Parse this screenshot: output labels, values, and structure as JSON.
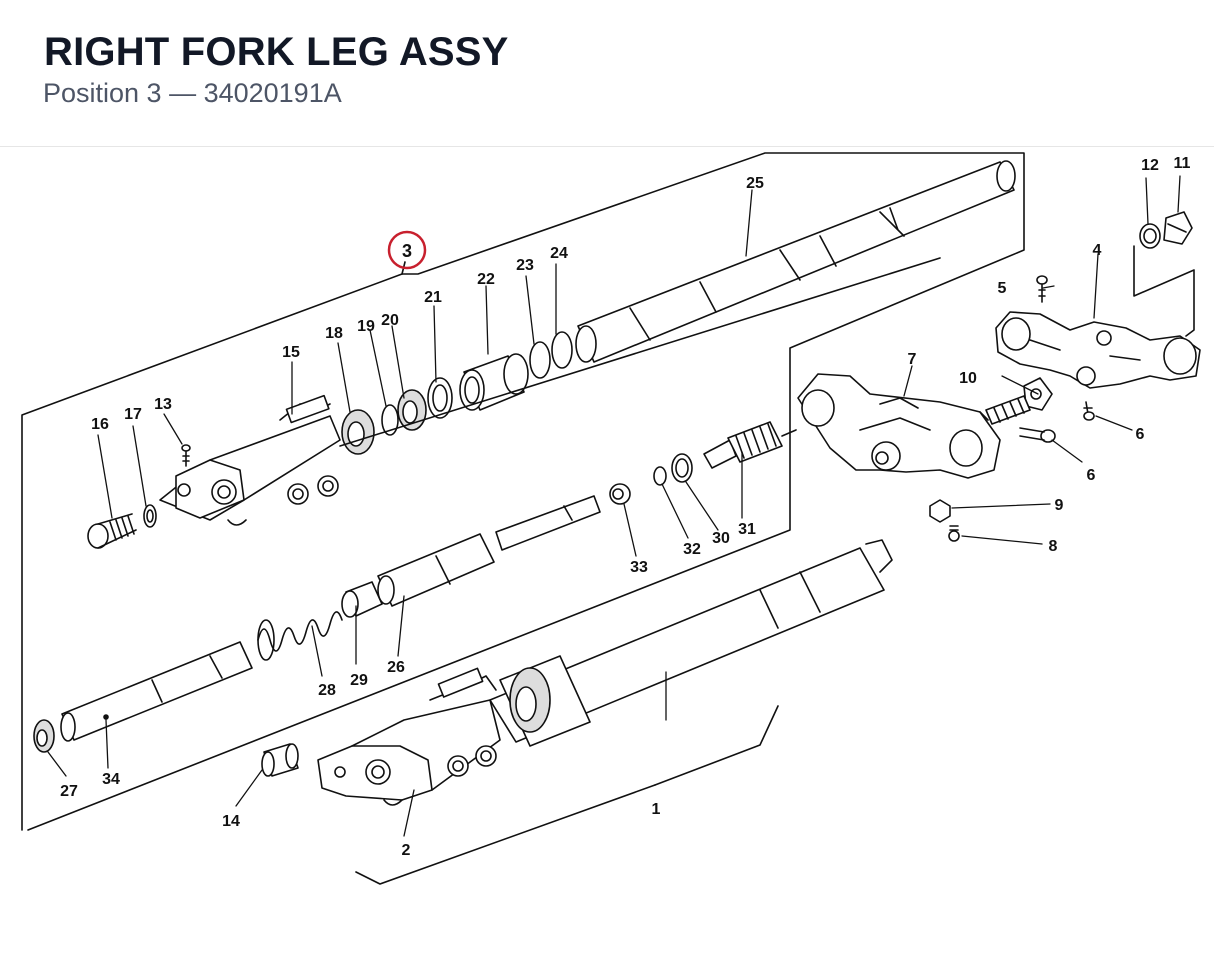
{
  "header": {
    "title": "RIGHT FORK LEG ASSY",
    "subtitle": "Position 3 — 34020191A"
  },
  "diagram": {
    "highlight_color": "#c8202e",
    "highlighted_callout": "3",
    "callouts": {
      "c1": "1",
      "c2": "2",
      "c3": "3",
      "c4": "4",
      "c5": "5",
      "c6a": "6",
      "c6b": "6",
      "c7": "7",
      "c8": "8",
      "c9": "9",
      "c10": "10",
      "c11": "11",
      "c12": "12",
      "c13": "13",
      "c14": "14",
      "c15": "15",
      "c16": "16",
      "c17": "17",
      "c18": "18",
      "c19": "19",
      "c20": "20",
      "c21": "21",
      "c22": "22",
      "c23": "23",
      "c24": "24",
      "c25": "25",
      "c26": "26",
      "c27": "27",
      "c28": "28",
      "c29": "29",
      "c30": "30",
      "c31": "31",
      "c32": "32",
      "c33": "33",
      "c34": "34"
    }
  }
}
